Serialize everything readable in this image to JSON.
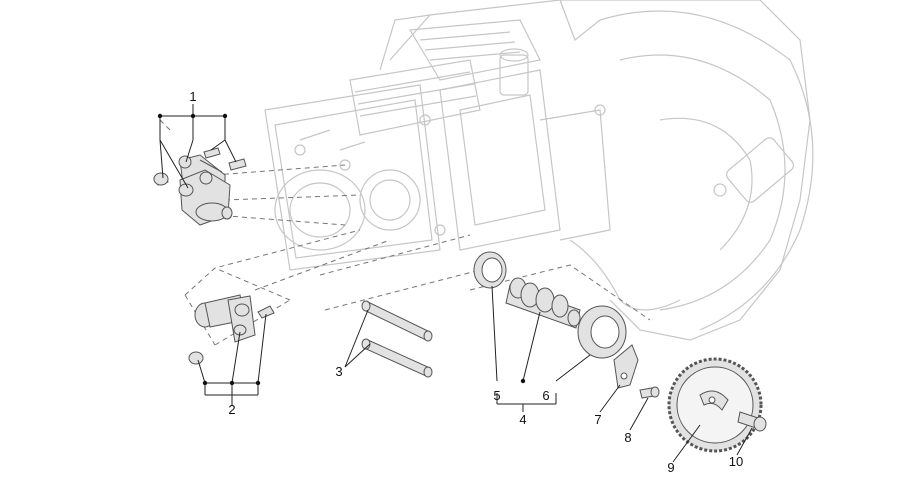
{
  "callouts": [
    {
      "id": "1",
      "text": "1"
    },
    {
      "id": "2",
      "text": "2"
    },
    {
      "id": "3",
      "text": "3"
    },
    {
      "id": "4",
      "text": "4"
    },
    {
      "id": "5",
      "text": "5"
    },
    {
      "id": "6",
      "text": "6"
    },
    {
      "id": "7",
      "text": "7"
    },
    {
      "id": "8",
      "text": "8"
    },
    {
      "id": "9",
      "text": "9"
    },
    {
      "id": "10",
      "text": "10"
    }
  ],
  "colors": {
    "ghost_line": "#c6c6c6",
    "part_line": "#555555",
    "part_fill": "#e2e2e2",
    "leader": "#222222",
    "dash": "#777777"
  }
}
